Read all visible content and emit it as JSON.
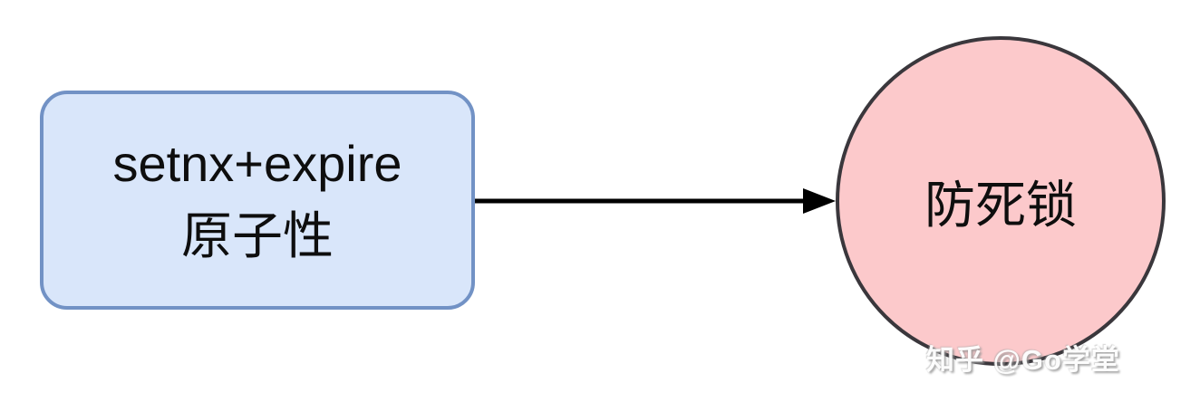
{
  "diagram": {
    "nodes": {
      "box": {
        "shape": "rounded-rectangle",
        "line1": "setnx+expire",
        "line2": "原子性",
        "fill_color": "#d9e6fa",
        "border_color": "#7292c5",
        "text_color": "#0e0e0e"
      },
      "circle": {
        "shape": "circle",
        "label": "防死锁",
        "fill_color": "#fcc9cb",
        "border_color": "#3a373c",
        "text_color": "#0e0e0e"
      }
    },
    "edge": {
      "from": "box",
      "to": "circle",
      "type": "arrow-right",
      "color": "#000000"
    },
    "watermark": {
      "text": "知乎 @Go学堂",
      "color": "#ffffff"
    }
  }
}
